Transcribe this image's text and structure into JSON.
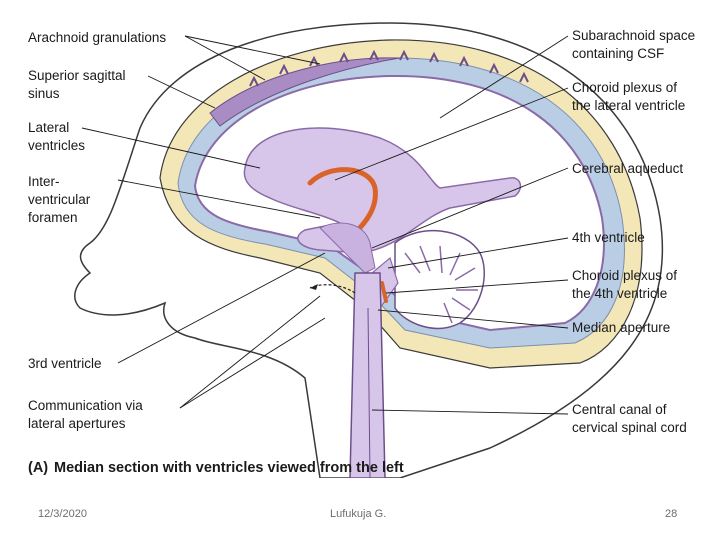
{
  "labels_left": {
    "arachnoid": "Arachnoid granulations",
    "sss_1": "Superior sagittal",
    "sss_2": "sinus",
    "lateral_1": "Lateral",
    "lateral_2": "ventricles",
    "inter_1": "Inter-",
    "inter_2": "ventricular",
    "inter_3": "foramen",
    "third": "3rd ventricle",
    "comm_1": "Communication via",
    "comm_2": "lateral apertures"
  },
  "labels_right": {
    "subarach_1": "Subarachnoid space",
    "subarach_2": "containing CSF",
    "choroid_lat_1": "Choroid plexus of",
    "choroid_lat_2": "the lateral ventricle",
    "aqueduct": "Cerebral aqueduct",
    "fourth": "4th ventricle",
    "choroid_4_1": "Choroid plexus of",
    "choroid_4_2": "the 4th ventricle",
    "median": "Median aperture",
    "central_1": "Central canal of",
    "central_2": "cervical spinal cord"
  },
  "caption": {
    "letter": "(A)",
    "text": "Median section with ventricles viewed from the left"
  },
  "footer": {
    "date": "12/3/2020",
    "author": "Lufukuja G.",
    "page": "28"
  },
  "colors": {
    "csf_blue": "#b9cde4",
    "bone_yellow": "#f3e7b8",
    "meninges_purple": "#a88cc3",
    "ventricle_lilac": "#d8c6ea",
    "choroid_orange": "#d9642a",
    "outline": "#3a3a3a"
  }
}
